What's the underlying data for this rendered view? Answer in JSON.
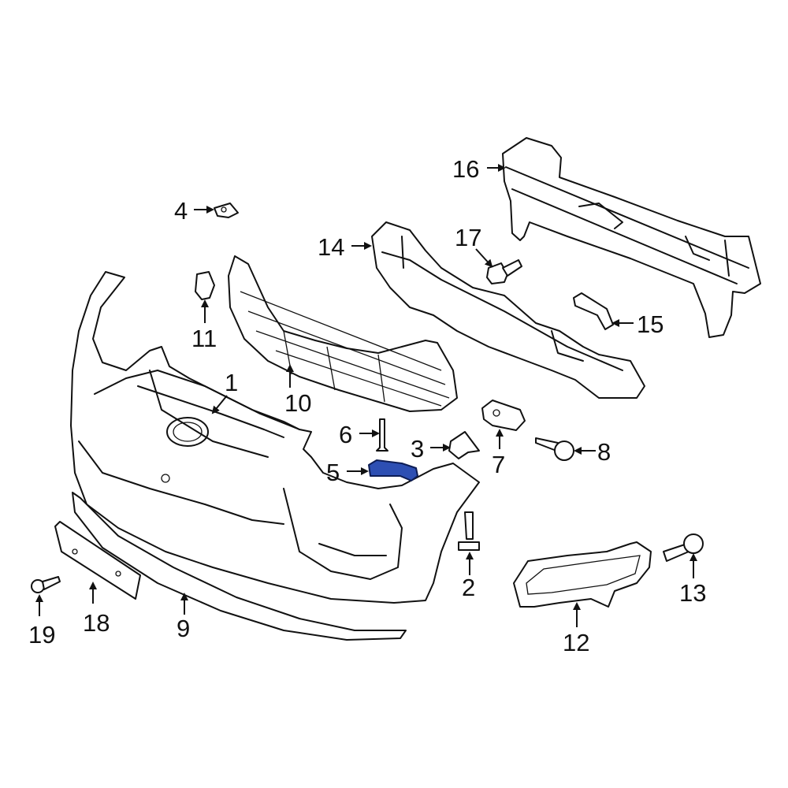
{
  "diagram": {
    "highlight_color": "#2d4fb3",
    "callouts": [
      {
        "id": "1",
        "text": "1"
      },
      {
        "id": "2",
        "text": "2"
      },
      {
        "id": "3",
        "text": "3"
      },
      {
        "id": "4",
        "text": "4"
      },
      {
        "id": "5",
        "text": "5"
      },
      {
        "id": "6",
        "text": "6"
      },
      {
        "id": "7",
        "text": "7"
      },
      {
        "id": "8",
        "text": "8"
      },
      {
        "id": "9",
        "text": "9"
      },
      {
        "id": "10",
        "text": "10"
      },
      {
        "id": "11",
        "text": "11"
      },
      {
        "id": "12",
        "text": "12"
      },
      {
        "id": "13",
        "text": "13"
      },
      {
        "id": "14",
        "text": "14"
      },
      {
        "id": "15",
        "text": "15"
      },
      {
        "id": "16",
        "text": "16"
      },
      {
        "id": "17",
        "text": "17"
      },
      {
        "id": "18",
        "text": "18"
      },
      {
        "id": "19",
        "text": "19"
      }
    ]
  }
}
